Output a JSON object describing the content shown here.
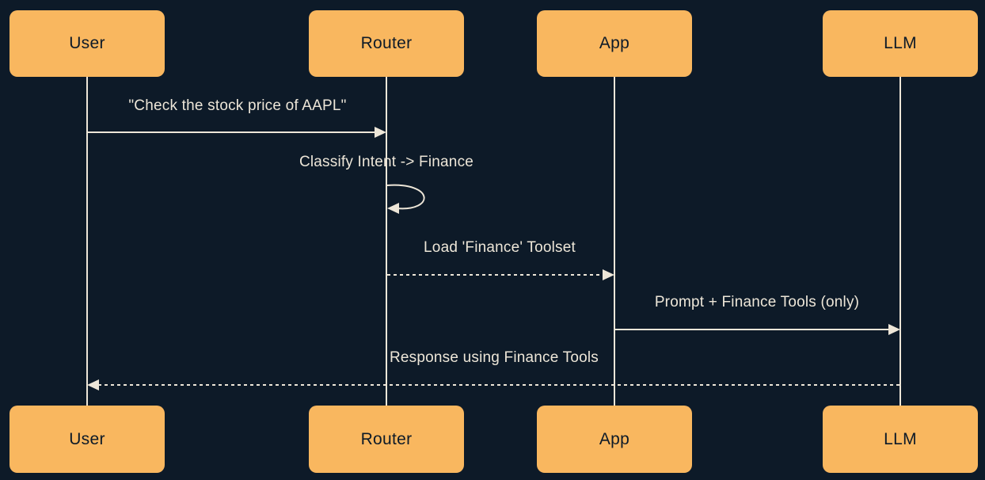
{
  "diagram": {
    "kind": "sequence-diagram",
    "colors": {
      "background": "#0d1a28",
      "actor_fill": "#f9b75f",
      "actor_text": "#0d1a28",
      "line": "#ede6d8",
      "message_text": "#ede6d8"
    },
    "actors": [
      {
        "id": "user",
        "label": "User"
      },
      {
        "id": "router",
        "label": "Router"
      },
      {
        "id": "app",
        "label": "App"
      },
      {
        "id": "llm",
        "label": "LLM"
      }
    ],
    "messages": [
      {
        "from": "User",
        "to": "Router",
        "style": "solid",
        "label": "\"Check the stock price of AAPL\""
      },
      {
        "from": "Router",
        "to": "Router",
        "style": "self",
        "label": "Classify Intent -> Finance"
      },
      {
        "from": "Router",
        "to": "App",
        "style": "dashed",
        "label": "Load 'Finance' Toolset"
      },
      {
        "from": "App",
        "to": "LLM",
        "style": "solid",
        "label": "Prompt + Finance Tools (only)"
      },
      {
        "from": "LLM",
        "to": "User",
        "style": "dashed",
        "label": "Response using Finance Tools"
      }
    ]
  }
}
